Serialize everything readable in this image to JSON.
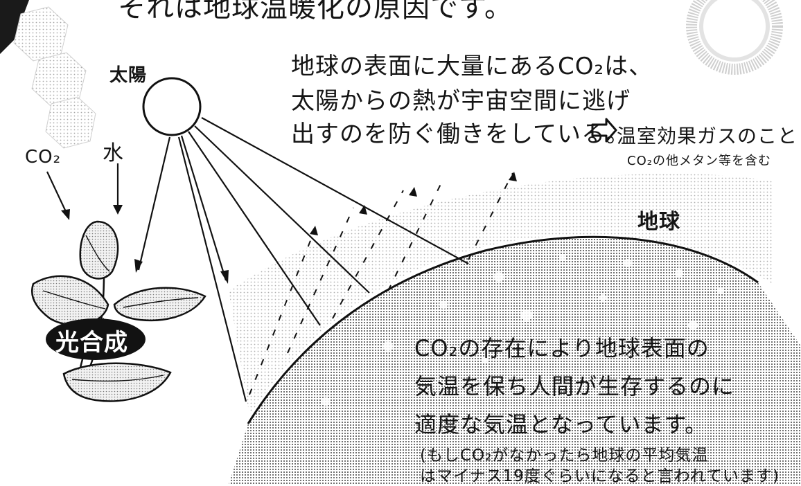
{
  "top_text": "それは地球温暖化の原因です。",
  "labels": {
    "sun": "太陽",
    "co2": "CO₂",
    "water": "水",
    "earth": "地球",
    "photosynthesis": "光合成"
  },
  "main_text": [
    "地球の表面に大量にあるCO₂は、",
    "太陽からの熱が宇宙空間に逃げ",
    "出すのを防ぐ働きをしている。"
  ],
  "greenhouse": "温室効果ガスのこと",
  "greenhouse_note": "CO₂の他メタン等を含む",
  "lower_text": [
    "CO₂の存在により地球表面の",
    "気温を保ち人間が生存するのに",
    "適度な気温となっています。"
  ],
  "lower_note": [
    "(もしCO₂がなかったら地球の平均気温",
    "はマイナス19度ぐらいになると言われています)"
  ]
}
